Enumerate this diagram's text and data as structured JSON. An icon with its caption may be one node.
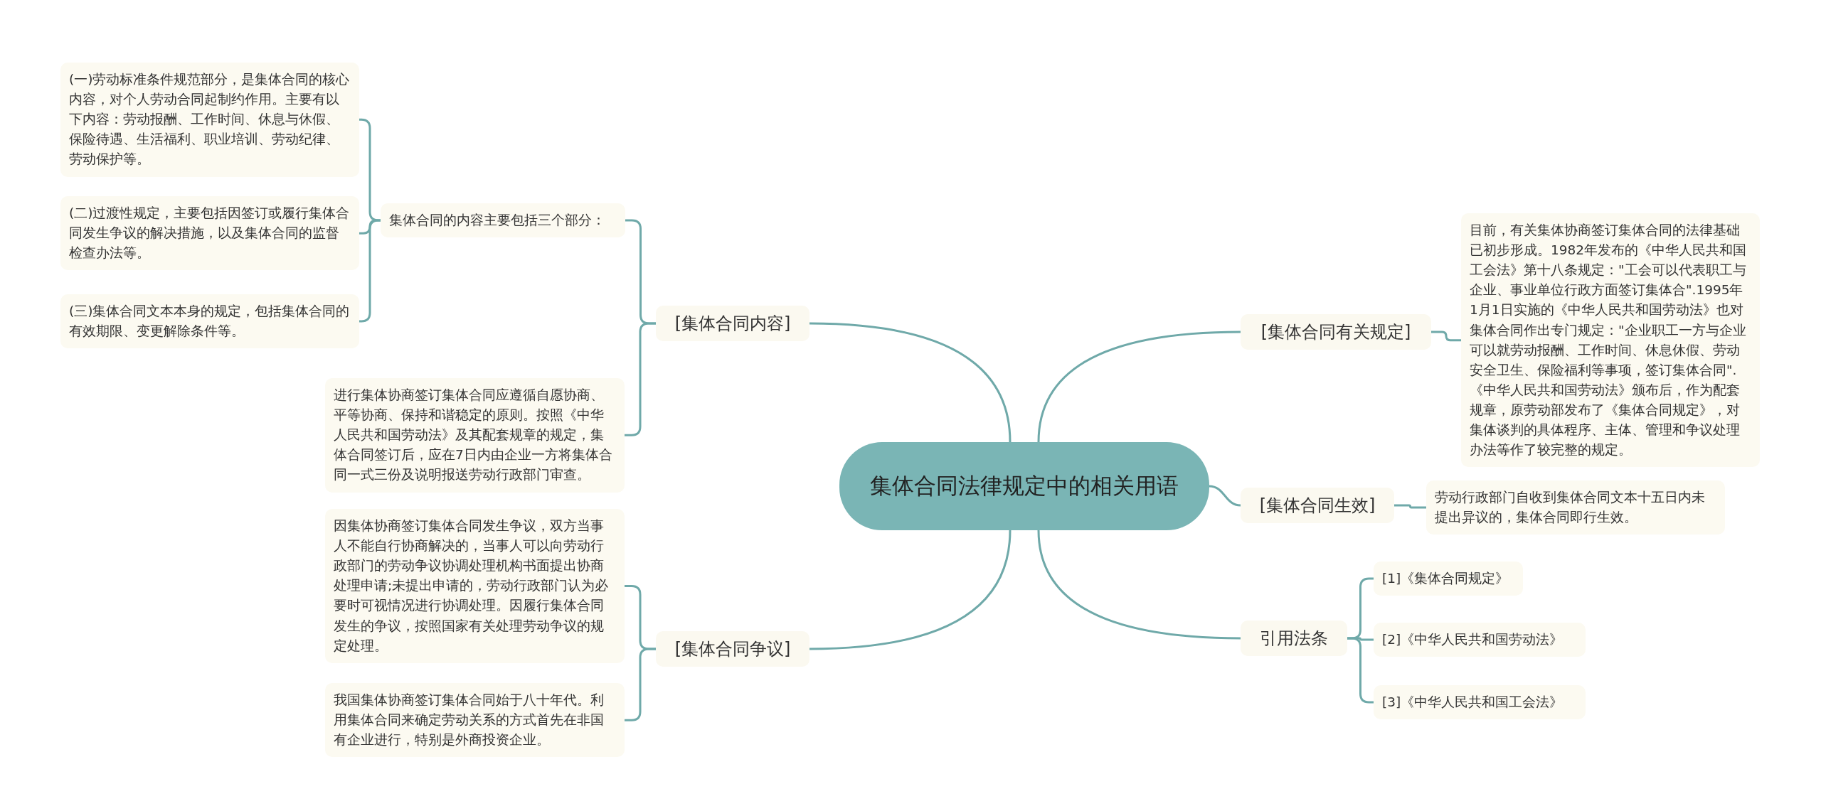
{
  "diagram": {
    "nodes": [
      {
        "text": [
          "集体合同法律规定中的相关用语"
        ]
      },
      {
        "text": [
          "[集体合同内容]"
        ]
      },
      {
        "text": [
          "集体合同的内容主要包括三个部分："
        ]
      },
      {
        "text": [
          "(一)劳动标准条件规范部分，是集体合同的核心内容，对个人劳动合同起制约作用。主要有以下内容：劳动报酬、工作时间、休息与休假、保险待遇、生活福利、职业培训、劳动纪律、劳动保护等。"
        ]
      },
      {
        "text": [
          "(二)过渡性规定，主要包括因签订或履行集体合同发生争议的解决措施，以及集体合同的监督检查办法等。"
        ]
      },
      {
        "text": [
          "(三)集体合同文本本身的规定，包括集体合同的有效期限、变更解除条件等。"
        ]
      },
      {
        "text": [
          "进行集体协商签订集体合同应遵循自愿协商、平等协商、保持和谐稳定的原则。按照《中华人民共和国劳动法》及其配套规章的规定，集体合同签订后，应在7日内由企业一方将集体合同一式三份及说明报送劳动行政部门审查。"
        ]
      },
      {
        "text": [
          "[集体合同争议]"
        ]
      },
      {
        "text": [
          "因集体协商签订集体合同发生争议，双方当事人不能自行协商解决的，当事人可以向劳动行政部门的劳动争议协调处理机构书面提出协商处理申请;未提出申请的，劳动行政部门认为必要时可视情况进行协调处理。因履行集体合同发生的争议，按照国家有关处理劳动争议的规定处理。"
        ]
      },
      {
        "text": [
          "我国集体协商签订集体合同始于八十年代。利用集体合同来确定劳动关系的方式首先在非国有企业进行，特别是外商投资企业。"
        ]
      },
      {
        "text": [
          "[集体合同有关规定]"
        ]
      },
      {
        "text": [
          "目前，有关集体协商签订集体合同的法律基础已初步形成。1982年发布的《中华人民共和国工会法》第十八条规定：\"工会可以代表职工与企业、事业单位行政方面签订集体合\".1995年1月1日实施的《中华人民共和国劳动法》也对集体合同作出专门规定：\"企业职工一方与企业可以就劳动报酬、工作时间、休息休假、劳动安全卫生、保险福利等事项，签订集体合同\".《中华人民共和国劳动法》颁布后，作为配套规章，原劳动部发布了《集体合同规定》，对集体谈判的具体程序、主体、管理和争议处理办法等作了较完整的规定。"
        ]
      },
      {
        "text": [
          "[集体合同生效]"
        ]
      },
      {
        "text": [
          "劳动行政部门自收到集体合同文本十五日内未提出异议的，集体合同即行生效。"
        ]
      },
      {
        "text": [
          "引用法条"
        ]
      },
      {
        "text": [
          "[1]《集体合同规定》"
        ]
      },
      {
        "text": [
          "[2]《中华人民共和国劳动法》"
        ]
      },
      {
        "text": [
          "[3]《中华人民共和国工会法》"
        ]
      }
    ],
    "edges": [
      {
        "from": 0,
        "to": 1,
        "arrow": "none"
      },
      {
        "from": 1,
        "to": 2,
        "arrow": "none"
      },
      {
        "from": 2,
        "to": 3,
        "arrow": "none"
      },
      {
        "from": 2,
        "to": 4,
        "arrow": "none"
      },
      {
        "from": 2,
        "to": 5,
        "arrow": "none"
      },
      {
        "from": 1,
        "to": 6,
        "arrow": "none"
      },
      {
        "from": 0,
        "to": 7,
        "arrow": "none"
      },
      {
        "from": 7,
        "to": 8,
        "arrow": "none"
      },
      {
        "from": 7,
        "to": 9,
        "arrow": "none"
      },
      {
        "from": 0,
        "to": 10,
        "arrow": "none"
      },
      {
        "from": 10,
        "to": 11,
        "arrow": "none"
      },
      {
        "from": 0,
        "to": 12,
        "arrow": "none"
      },
      {
        "from": 12,
        "to": 13,
        "arrow": "none"
      },
      {
        "from": 0,
        "to": 14,
        "arrow": "none"
      },
      {
        "from": 14,
        "to": 15,
        "arrow": "none"
      },
      {
        "from": 14,
        "to": 16,
        "arrow": "none"
      },
      {
        "from": 14,
        "to": 17,
        "arrow": "none"
      }
    ]
  }
}
